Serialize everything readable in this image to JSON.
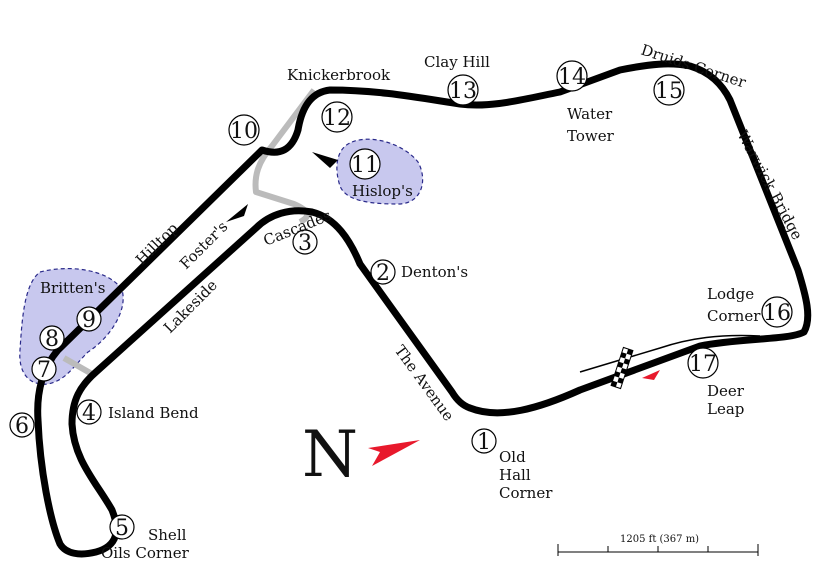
{
  "north_label": "N",
  "scale_label": "1205 ft (367 m)",
  "colors": {
    "track": "#000000",
    "alt_track": "#bbbbbb",
    "zone": "#c8c8ee",
    "zone_border": "#2a2a8a",
    "arrow": "#e8192c"
  },
  "corners": [
    {
      "num": "1"
    },
    {
      "num": "2"
    },
    {
      "num": "3"
    },
    {
      "num": "4"
    },
    {
      "num": "5"
    },
    {
      "num": "6"
    },
    {
      "num": "7"
    },
    {
      "num": "8"
    },
    {
      "num": "9"
    },
    {
      "num": "10"
    },
    {
      "num": "11"
    },
    {
      "num": "12"
    },
    {
      "num": "13"
    },
    {
      "num": "14"
    },
    {
      "num": "15"
    },
    {
      "num": "16"
    },
    {
      "num": "17"
    }
  ],
  "labels": {
    "old": "Old",
    "hall": "Hall",
    "corner": "Corner",
    "dentons": "Denton's",
    "cascades": "Cascades",
    "island_bend": "Island Bend",
    "shell": "Shell",
    "oils_corner": "Oils Corner",
    "the_avenue": "The Avenue",
    "lakeside": "Lakeside",
    "fosters": "Foster's",
    "hilltop": "Hilltop",
    "brittens": "Britten's",
    "hislops": "Hislop's",
    "knickerbrook": "Knickerbrook",
    "clay_hill": "Clay Hill",
    "water": "Water",
    "tower": "Tower",
    "druids_corner": "Druids Corner",
    "warwick_bridge": "Warwick Bridge",
    "lodge": "Lodge",
    "lodge_corner": "Corner",
    "deer": "Deer",
    "leap": "Leap"
  }
}
